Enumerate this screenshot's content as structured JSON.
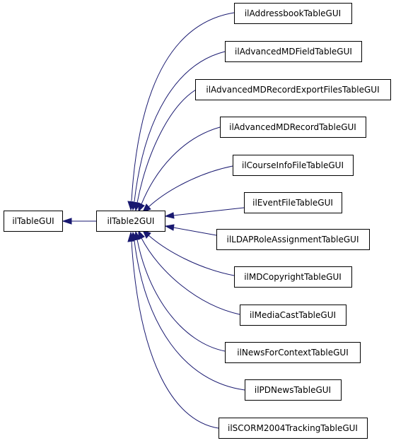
{
  "diagram": {
    "type": "class-inheritance-graph",
    "edge_color": "#191970",
    "nodes": {
      "base": "ilTableGUI",
      "table2": "ilTable2GUI",
      "children": [
        "ilAddressbookTableGUI",
        "ilAdvancedMDFieldTableGUI",
        "ilAdvancedMDRecordExportFilesTableGUI",
        "ilAdvancedMDRecordTableGUI",
        "ilCourseInfoFileTableGUI",
        "ilEventFileTableGUI",
        "ilLDAPRoleAssignmentTableGUI",
        "ilMDCopyrightTableGUI",
        "ilMediaCastTableGUI",
        "ilNewsForContextTableGUI",
        "ilPDNewsTableGUI",
        "ilSCORM2004TrackingTableGUI"
      ]
    },
    "edges": [
      {
        "from": "ilTable2GUI",
        "to": "ilTableGUI"
      },
      {
        "from": "ilAddressbookTableGUI",
        "to": "ilTable2GUI"
      },
      {
        "from": "ilAdvancedMDFieldTableGUI",
        "to": "ilTable2GUI"
      },
      {
        "from": "ilAdvancedMDRecordExportFilesTableGUI",
        "to": "ilTable2GUI"
      },
      {
        "from": "ilAdvancedMDRecordTableGUI",
        "to": "ilTable2GUI"
      },
      {
        "from": "ilCourseInfoFileTableGUI",
        "to": "ilTable2GUI"
      },
      {
        "from": "ilEventFileTableGUI",
        "to": "ilTable2GUI"
      },
      {
        "from": "ilLDAPRoleAssignmentTableGUI",
        "to": "ilTable2GUI"
      },
      {
        "from": "ilMDCopyrightTableGUI",
        "to": "ilTable2GUI"
      },
      {
        "from": "ilMediaCastTableGUI",
        "to": "ilTable2GUI"
      },
      {
        "from": "ilNewsForContextTableGUI",
        "to": "ilTable2GUI"
      },
      {
        "from": "ilPDNewsTableGUI",
        "to": "ilTable2GUI"
      },
      {
        "from": "ilSCORM2004TrackingTableGUI",
        "to": "ilTable2GUI"
      }
    ]
  }
}
